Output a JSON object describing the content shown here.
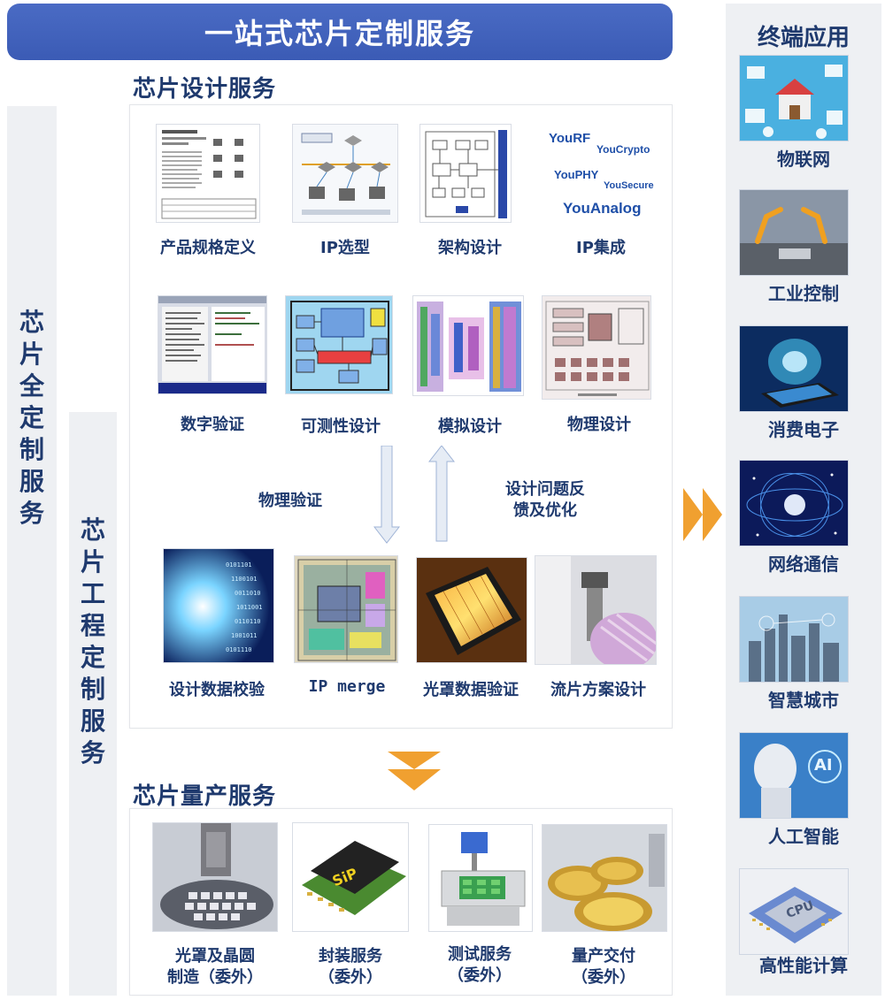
{
  "banner": "一站式芯片定制服务",
  "design_section": {
    "title": "芯片设计服务",
    "row1": [
      "产品规格定义",
      "IP选型",
      "架构设计",
      "IP集成"
    ],
    "row2": [
      "数字验证",
      "可测性设计",
      "模拟设计",
      "物理设计"
    ],
    "row3": [
      "设计数据校验",
      "IP merge",
      "光罩数据验证",
      "流片方案设计"
    ],
    "ip_logos": [
      "YouRF",
      "YouCrypto",
      "YouPHY",
      "YouSecure",
      "YouAnalog"
    ],
    "down_arrow_label": "物理验证",
    "up_arrow_label_line1": "设计问题反",
    "up_arrow_label_line2": "馈及优化"
  },
  "production_section": {
    "title": "芯片量产服务",
    "items": [
      {
        "line1": "光罩及晶圆",
        "line2": "制造（委外）"
      },
      {
        "line1": "封装服务",
        "line2": "（委外）"
      },
      {
        "line1": "测试服务",
        "line2": "（委外）"
      },
      {
        "line1": "量产交付",
        "line2": "（委外）"
      }
    ],
    "sip_text": "SiP"
  },
  "side_labels": {
    "full_custom": [
      "芯",
      "片",
      "全",
      "定",
      "制",
      "服",
      "务"
    ],
    "eng_custom": [
      "芯",
      "片",
      "工",
      "程",
      "定",
      "制",
      "服",
      "务"
    ]
  },
  "applications": {
    "title": "终端应用",
    "items": [
      "物联网",
      "工业控制",
      "消费电子",
      "网络通信",
      "智慧城市",
      "人工智能",
      "高性能计算"
    ],
    "ai_badge": "AI",
    "cpu_badge": "CPU"
  },
  "colors": {
    "banner": "#3f5fb9",
    "title_text": "#1f3a6e",
    "side_bar": "#eef0f3",
    "accent_orange": "#f0a030"
  }
}
